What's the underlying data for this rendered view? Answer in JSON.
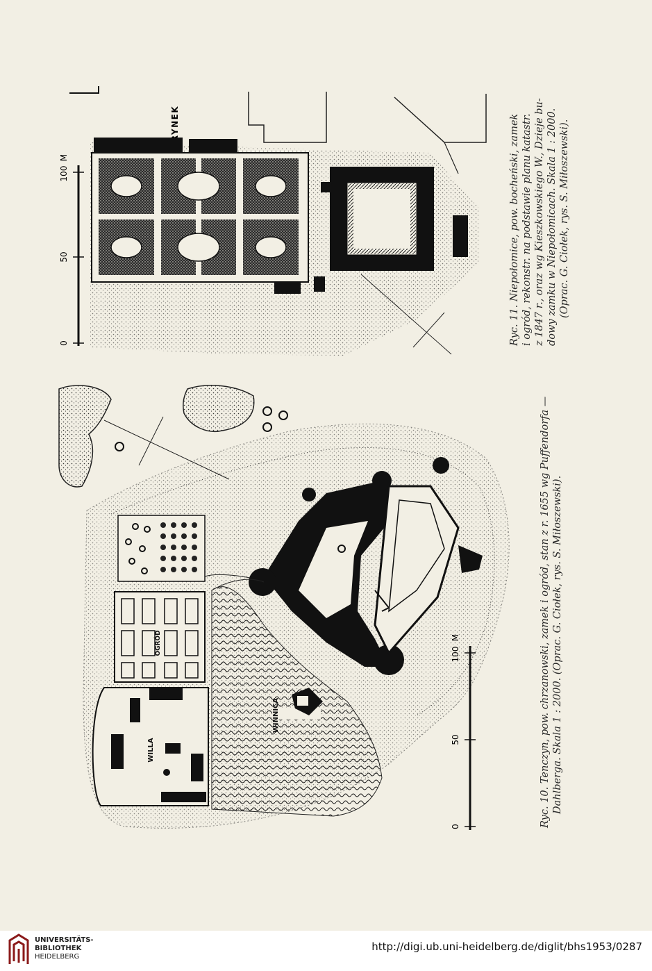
{
  "figure10": {
    "labels": {
      "willa": "WILLA",
      "ogrod": "OGRÓD",
      "winnica": "WINNICA"
    },
    "scale": {
      "zero": "0",
      "fifty": "50",
      "hundred": "100",
      "unit": "M"
    },
    "caption_lines": [
      "Ryc. 10. Tenczyn, pow. chrzanowski, zamek i ogród, stan z r. 1655 wg Puffendorfa —",
      "Dahlberga. Skala 1 : 2000. (Oprac. G. Ciołek, rys. S. Miłoszewski)."
    ]
  },
  "figure11": {
    "labels": {
      "rynek": "RYNEK"
    },
    "scale": {
      "zero": "0",
      "fifty": "50",
      "hundred": "100",
      "unit": "M"
    },
    "caption_lines": [
      "Ryc. 11. Niepołomice, pow. bocheński, zamek",
      "i ogród, rekonstr. na podstawie planu katastr.",
      "z 1847 r., oraz wg Kieszkowskiego W., Dzieje bu-",
      "dowy zamku w Niepołomicach. Skala 1 : 2000.",
      "(Oprac. G. Ciołek, rys. S. Miłoszewski)."
    ]
  },
  "footer": {
    "library_lines": [
      "UNIVERSITÄTS-",
      "BIBLIOTHEK",
      "HEIDELBERG"
    ],
    "url": "http://digi.ub.uni-heidelberg.de/diglit/bhs1953/0287"
  }
}
